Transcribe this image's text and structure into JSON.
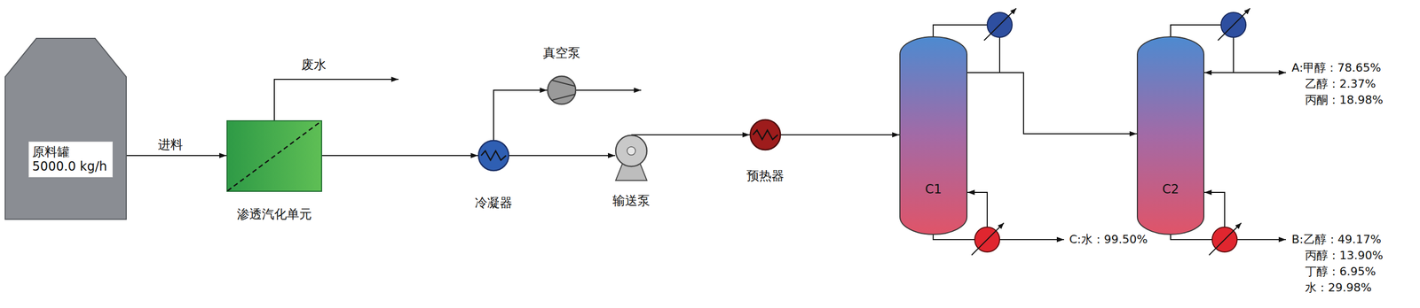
{
  "diagram": {
    "nodes": [
      {
        "text": [
          "原料罐",
          "5000.0 kg/h"
        ]
      },
      {
        "text": [
          "渗透汽化单元"
        ]
      },
      {
        "text": [
          "冷凝器"
        ]
      },
      {
        "text": [
          "真空泵"
        ]
      },
      {
        "text": [
          "输送泵"
        ]
      },
      {
        "text": [
          "预热器"
        ]
      },
      {
        "text": [
          "C1"
        ]
      },
      {
        "text": [
          "C2"
        ]
      }
    ],
    "edges": [
      {
        "from": 0,
        "to": 1,
        "label": "进料",
        "arrow": "to"
      },
      {
        "from": 1,
        "to": 2,
        "arrow": "to"
      },
      {
        "from": 2,
        "to": 3,
        "arrow": "to"
      },
      {
        "from": 2,
        "to": 4,
        "arrow": "to"
      },
      {
        "from": 4,
        "to": 5,
        "arrow": "to"
      },
      {
        "from": 5,
        "to": 6,
        "arrow": "to"
      },
      {
        "from": 6,
        "to": 7,
        "arrow": "to"
      }
    ],
    "labels": [
      "废水",
      "C:水：99.50%",
      "A:甲醇：78.65%",
      "乙醇：2.37%",
      "丙酮：18.98%",
      "B:乙醇：49.17%",
      "丙醇：13.90%",
      "丁醇：6.95%",
      "水：29.98%"
    ]
  }
}
